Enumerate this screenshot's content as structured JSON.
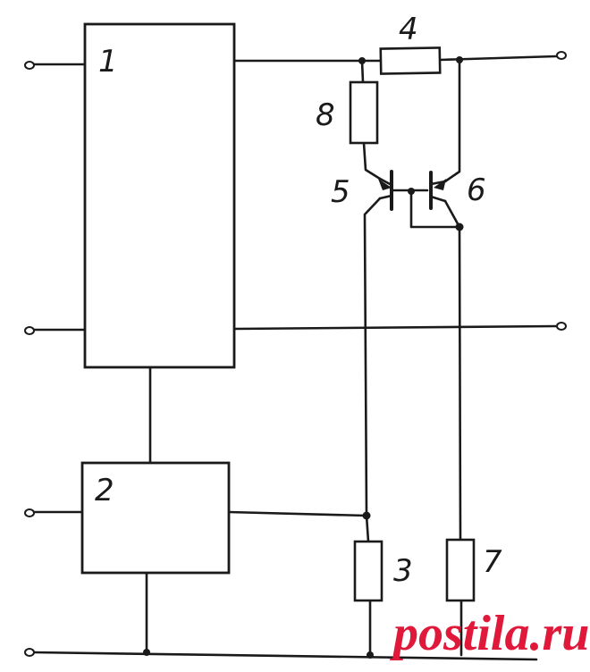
{
  "labels": {
    "block1": "1",
    "block2": "2",
    "r3": "3",
    "r4": "4",
    "t5": "5",
    "t6": "6",
    "r7": "7",
    "r8": "8"
  },
  "watermark": {
    "text": "postila.ru",
    "color": "#e0193a"
  }
}
